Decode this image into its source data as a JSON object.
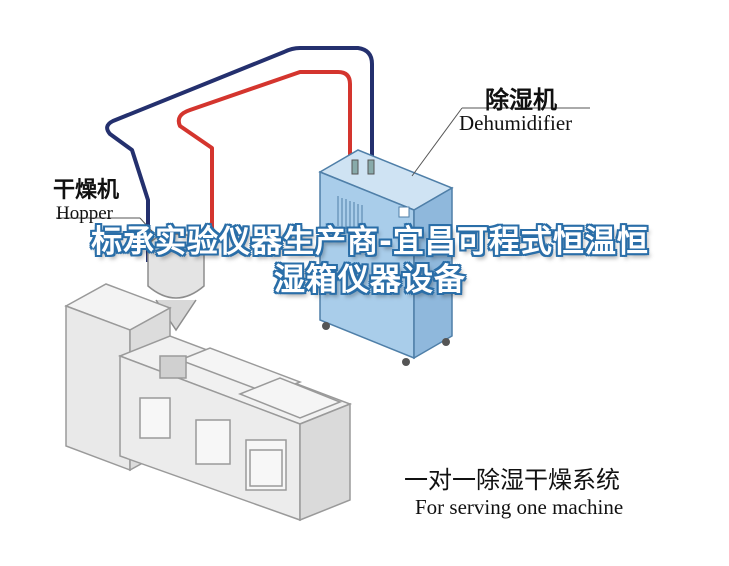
{
  "labels": {
    "dehumidifier_cn": "除湿机",
    "dehumidifier_en": "Dehumidifier",
    "hopper_cn": "干燥机",
    "hopper_en": "Hopper",
    "system_cn": "一对一除湿干燥系统",
    "system_en": "For serving one machine"
  },
  "watermark": {
    "text": "标承实验仪器生产商-宜昌可程式恒温恒湿箱仪器设备"
  },
  "colors": {
    "cabinet_blue": "#a9cdea",
    "cabinet_edge": "#4f7fa8",
    "pipe_red": "#d4352e",
    "pipe_navy": "#24306e",
    "machine_gray": "#e9e9e9",
    "machine_edge": "#9a9a9a",
    "watermark_outline": "#2a6ea8"
  }
}
